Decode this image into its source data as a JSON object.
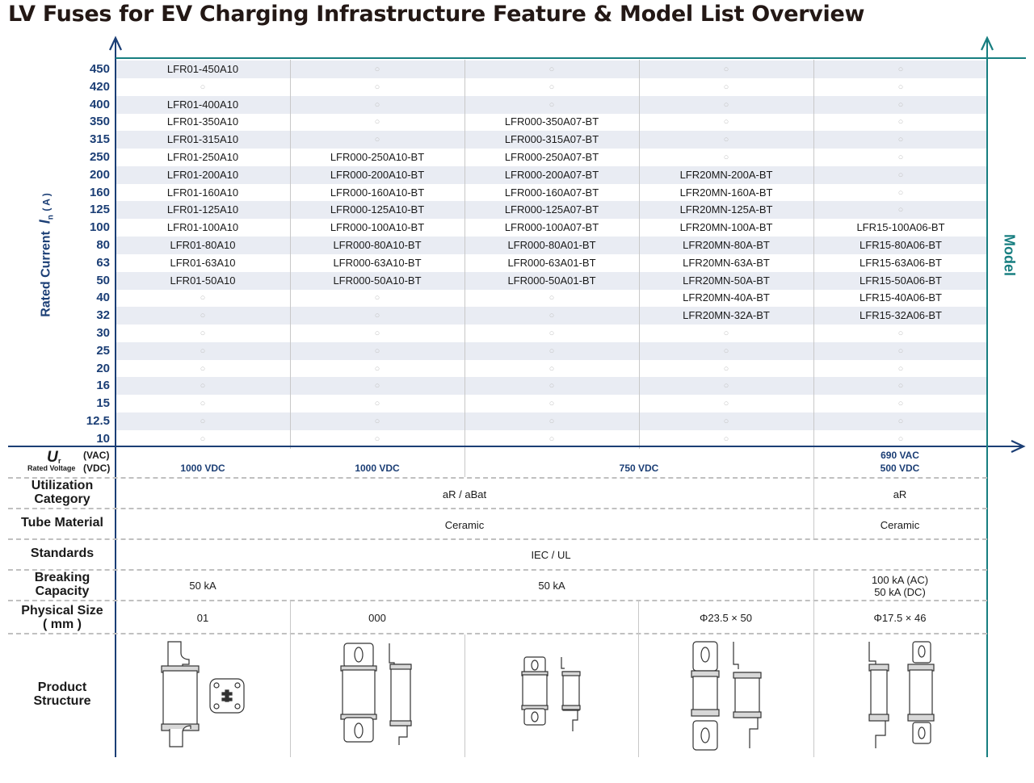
{
  "title": "LV Fuses for  EV Charging Infrastructure Feature & Model List Overview",
  "y_axis_label": "Rated Current",
  "y_axis_symbol": "I",
  "y_axis_subscript": "n",
  "y_axis_unit": "( A )",
  "right_axis_label": "Model",
  "placeholder_symbol": "○",
  "current_ratings": [
    "450",
    "420",
    "400",
    "350",
    "315",
    "250",
    "200",
    "160",
    "125",
    "100",
    "80",
    "63",
    "50",
    "40",
    "32",
    "30",
    "25",
    "20",
    "16",
    "15",
    "12.5",
    "10"
  ],
  "columns": [
    {
      "models": [
        "LFR01-450A10",
        null,
        "LFR01-400A10",
        "LFR01-350A10",
        "LFR01-315A10",
        "LFR01-250A10",
        "LFR01-200A10",
        "LFR01-160A10",
        "LFR01-125A10",
        "LFR01-100A10",
        "LFR01-80A10",
        "LFR01-63A10",
        "LFR01-50A10",
        null,
        null,
        null,
        null,
        null,
        null,
        null,
        null,
        null
      ]
    },
    {
      "models": [
        null,
        null,
        null,
        null,
        null,
        "LFR000-250A10-BT",
        "LFR000-200A10-BT",
        "LFR000-160A10-BT",
        "LFR000-125A10-BT",
        "LFR000-100A10-BT",
        "LFR000-80A10-BT",
        "LFR000-63A10-BT",
        "LFR000-50A10-BT",
        null,
        null,
        null,
        null,
        null,
        null,
        null,
        null,
        null
      ]
    },
    {
      "models": [
        null,
        null,
        null,
        "LFR000-350A07-BT",
        "LFR000-315A07-BT",
        "LFR000-250A07-BT",
        "LFR000-200A07-BT",
        "LFR000-160A07-BT",
        "LFR000-125A07-BT",
        "LFR000-100A07-BT",
        "LFR000-80A01-BT",
        "LFR000-63A01-BT",
        "LFR000-50A01-BT",
        null,
        null,
        null,
        null,
        null,
        null,
        null,
        null,
        null
      ]
    },
    {
      "models": [
        null,
        null,
        null,
        null,
        null,
        null,
        "LFR20MN-200A-BT",
        "LFR20MN-160A-BT",
        "LFR20MN-125A-BT",
        "LFR20MN-100A-BT",
        "LFR20MN-80A-BT",
        "LFR20MN-63A-BT",
        "LFR20MN-50A-BT",
        "LFR20MN-40A-BT",
        "LFR20MN-32A-BT",
        null,
        null,
        null,
        null,
        null,
        null,
        null
      ]
    },
    {
      "models": [
        null,
        null,
        null,
        null,
        null,
        null,
        null,
        null,
        null,
        "LFR15-100A06-BT",
        "LFR15-80A06-BT",
        "LFR15-63A06-BT",
        "LFR15-50A06-BT",
        "LFR15-40A06-BT",
        "LFR15-32A06-BT",
        null,
        null,
        null,
        null,
        null,
        null,
        null
      ]
    }
  ],
  "voltage": {
    "symbol": "U",
    "subscript": "r",
    "caption": "Rated Voltage",
    "unit_ac": "(VAC)",
    "unit_dc": "(VDC)",
    "values": [
      "1000 VDC",
      "1000 VDC",
      "750 VDC",
      "690 VAC",
      "500 VDC"
    ]
  },
  "features": {
    "utilization_label": "Utilization Category",
    "utilization_values": [
      "aR / aBat",
      "aR"
    ],
    "tube_label": "Tube Material",
    "tube_values": [
      "Ceramic",
      "Ceramic"
    ],
    "standards_label": "Standards",
    "standards_value": "IEC / UL",
    "breaking_label": "Breaking Capacity",
    "breaking_values": [
      "50 kA",
      "50 kA",
      "100 kA (AC)",
      "50 kA (DC)"
    ],
    "size_label": "Physical Size ( mm )",
    "size_values": [
      "01",
      "000",
      "Φ23.5 × 50",
      "Φ17.5 × 46"
    ],
    "structure_label": "Product Structure"
  },
  "colors": {
    "navy": "#1b3e75",
    "teal": "#177e80",
    "stripe": "#e9ecf3"
  }
}
